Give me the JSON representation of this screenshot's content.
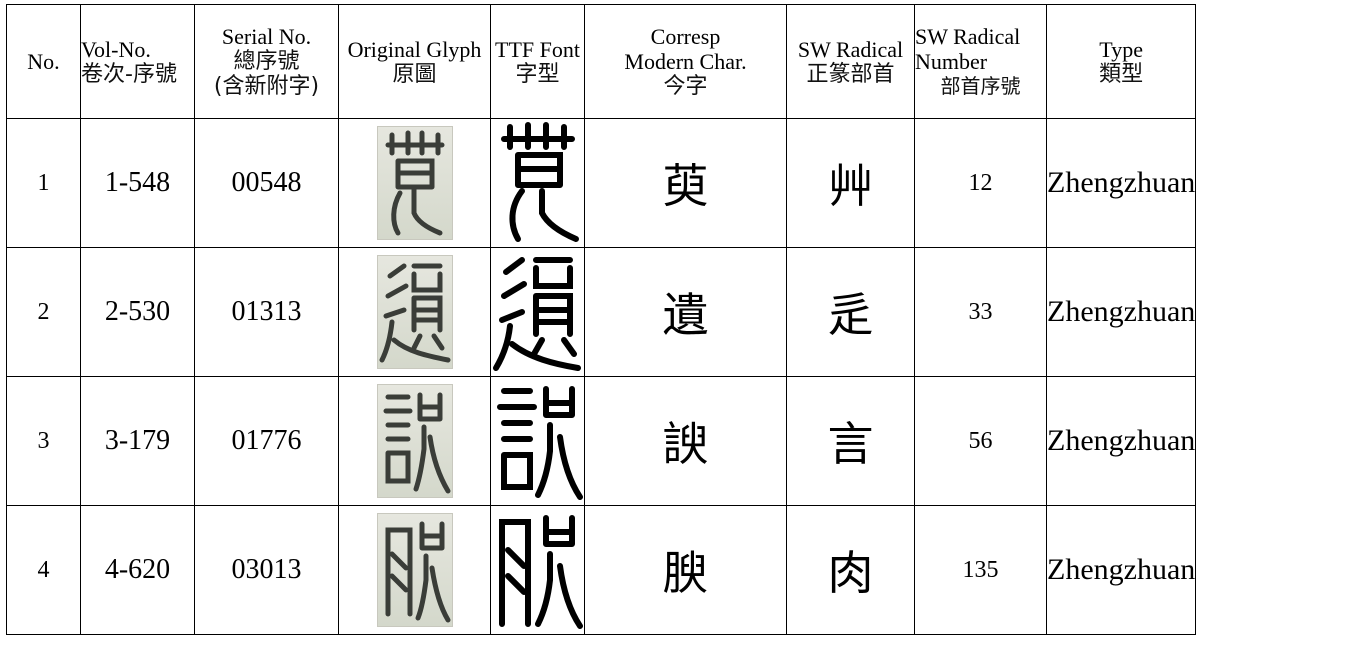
{
  "headers": [
    {
      "en": "No.",
      "zh": ""
    },
    {
      "en": "Vol-No.",
      "zh": "卷次-序號"
    },
    {
      "en": "Serial No.",
      "zh": "總序號",
      "zh2": "(含新附字)"
    },
    {
      "en": "Original Glyph",
      "zh": "原圖"
    },
    {
      "en": "TTF Font",
      "zh": "字型"
    },
    {
      "en": "Corresp",
      "en2": "Modern Char.",
      "zh": "今字"
    },
    {
      "en": "SW Radical",
      "zh": "正篆部首"
    },
    {
      "en": "SW Radical",
      "en2": "Number",
      "zh": "部首序號"
    },
    {
      "en": "Type",
      "zh": "類型"
    }
  ],
  "rows": [
    {
      "no": "1",
      "vol": "1-548",
      "serial": "00548",
      "modern": "萸",
      "radical": "艸",
      "radical_no": "12",
      "type": "Zhengzhuan"
    },
    {
      "no": "2",
      "vol": "2-530",
      "serial": "01313",
      "modern": "遺",
      "radical": "辵",
      "radical_no": "33",
      "type": "Zhengzhuan"
    },
    {
      "no": "3",
      "vol": "3-179",
      "serial": "01776",
      "modern": "諛",
      "radical": "言",
      "radical_no": "56",
      "type": "Zhengzhuan"
    },
    {
      "no": "4",
      "vol": "4-620",
      "serial": "03013",
      "modern": "腴",
      "radical": "肉",
      "radical_no": "135",
      "type": "Zhengzhuan"
    }
  ],
  "colors": {
    "border": "#000000",
    "glyph_bg": "#dcdfd3",
    "ink": "#111111"
  }
}
